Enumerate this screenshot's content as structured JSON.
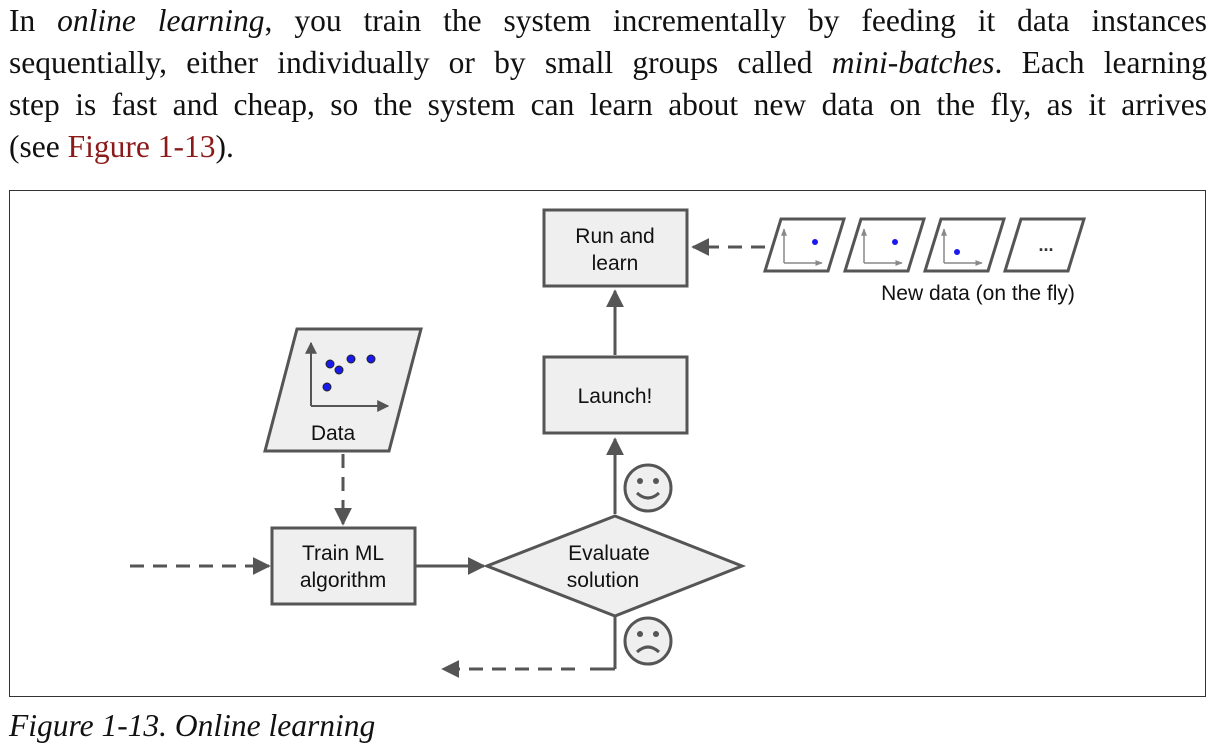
{
  "paragraph": {
    "line1_a": "In ",
    "line1_em": "online learning",
    "line1_b": ", you train the system incrementally by feeding it data instances",
    "line2_a": "sequentially, either individually or by small groups called ",
    "line2_em": "mini-batches",
    "line2_b": ". Each learning",
    "line3": "step is fast and cheap, so the system can learn about new data on the fly, as it arrives",
    "line4_a": "(see ",
    "line4_ref": "Figure 1-13",
    "line4_b": ")."
  },
  "diagram": {
    "run_and_learn_line1": "Run and",
    "run_and_learn_line2": "learn",
    "new_data_label": "New data (on the fly)",
    "ellipsis": "...",
    "launch_label": "Launch!",
    "data_label": "Data",
    "train_line1": "Train ML",
    "train_line2": "algorithm",
    "evaluate_line1": "Evaluate",
    "evaluate_line2": "solution",
    "colors": {
      "box_fill": "#efefef",
      "stroke": "#555555",
      "point": "#1a1aee",
      "link": "#8b1a1a"
    }
  },
  "caption": "Figure 1-13. Online learning"
}
